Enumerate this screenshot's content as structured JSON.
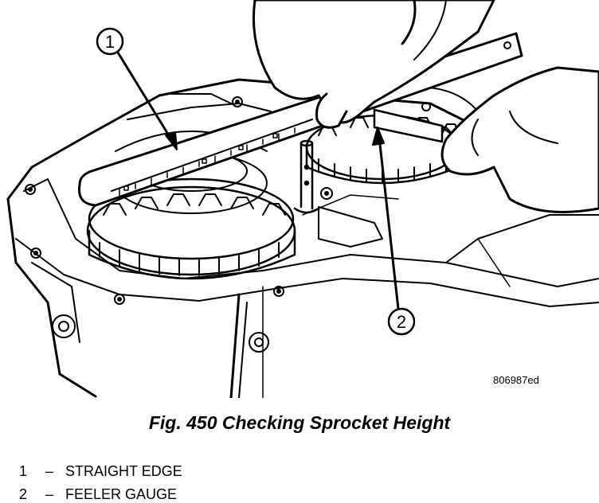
{
  "figure": {
    "callouts": [
      {
        "number": "1"
      },
      {
        "number": "2"
      }
    ],
    "ref_code": "806987ed"
  },
  "caption": "Fig. 450 Checking Sprocket Height",
  "legend": [
    {
      "number": "1",
      "dash": "–",
      "label": "STRAIGHT EDGE"
    },
    {
      "number": "2",
      "dash": "–",
      "label": "FEELER GAUGE"
    }
  ]
}
